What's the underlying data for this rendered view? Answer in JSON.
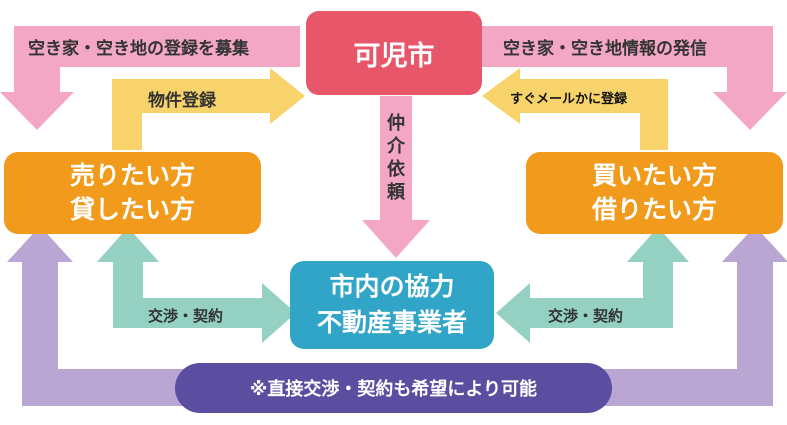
{
  "colors": {
    "pink": "#f3a7c5",
    "yellow": "#f8d26a",
    "teal": "#95d1c3",
    "lilac": "#b9a6d2",
    "city_box": "#e8566a",
    "party_box": "#f19a1b",
    "center_box": "#31a5c8",
    "bottom_box": "#5b4da0"
  },
  "nodes": {
    "city": "可児市",
    "seller_line1": "売りたい方",
    "seller_line2": "貸したい方",
    "buyer_line1": "買いたい方",
    "buyer_line2": "借りたい方",
    "agents_line1": "市内の協力",
    "agents_line2": "不動産事業者",
    "direct_note": "※直接交渉・契約も希望により可能"
  },
  "labels": {
    "recruit": "空き家・空き地の登録を募集",
    "announce": "空き家・空き地情報の発信",
    "property_registration": "物件登録",
    "mail_registration": "すぐメールかに登録",
    "brokerage": "仲介依頼",
    "negotiation_left": "交渉・契約",
    "negotiation_right": "交渉・契約"
  }
}
